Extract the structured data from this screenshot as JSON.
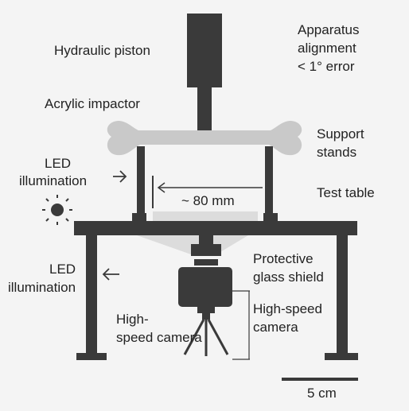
{
  "labels": {
    "hydraulic_piston": "Hydraulic piston",
    "apparatus_line1": "Apparatus",
    "apparatus_line2": "alignment",
    "apparatus_line3": "< 1° error",
    "acrylic_impactor": "Acrylic impactor",
    "support_line1": "Support",
    "support_line2": "stands",
    "led_top_line1": "LED",
    "led_top_line2": "illumination",
    "distance": "~ 80 mm",
    "test_table": "Test table",
    "protective_line1": "Protective",
    "protective_line2": "glass shield",
    "led_bottom_line1": "LED",
    "led_bottom_line2": "illumination",
    "hs_right_line1": "High-speed",
    "hs_right_line2": "camera",
    "hs_left_line1": "High-",
    "hs_left_line2": "speed camera",
    "scale_bar": "5 cm"
  },
  "colors": {
    "dark": "#3a3a3a",
    "bone": "#c9c9c9",
    "light_grey": "#dcdcdc",
    "background": "#f4f4f4"
  },
  "icons": [
    "sun-icon",
    "arrow-right-icon",
    "arrow-left-icon"
  ]
}
